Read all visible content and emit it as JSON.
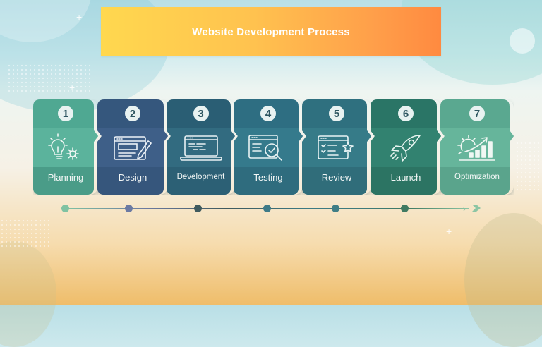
{
  "title": "Website Development Process",
  "colors": {
    "banner_start": "#ffd84f",
    "banner_end": "#ff8a40",
    "title_text": "#ffffff"
  },
  "steps": [
    {
      "number": "1",
      "label": "Planning",
      "icon": "lightbulb-gear-icon",
      "color_top": "#4fa892",
      "color_mid": "#5bb39c",
      "color_bottom": "#4a9c88"
    },
    {
      "number": "2",
      "label": "Design",
      "icon": "wireframe-pencil-icon",
      "color_top": "#35577d",
      "color_mid": "#3e5f88",
      "color_bottom": "#36567c"
    },
    {
      "number": "3",
      "label": "Development",
      "icon": "laptop-code-icon",
      "color_top": "#2a5e74",
      "color_mid": "#326b80",
      "color_bottom": "#2c6075"
    },
    {
      "number": "4",
      "label": "Testing",
      "icon": "magnifier-check-icon",
      "color_top": "#2e6e82",
      "color_mid": "#357a8c",
      "color_bottom": "#2f6c7e"
    },
    {
      "number": "5",
      "label": "Review",
      "icon": "checklist-star-icon",
      "color_top": "#2f707f",
      "color_mid": "#367b88",
      "color_bottom": "#306d7a"
    },
    {
      "number": "6",
      "label": "Launch",
      "icon": "rocket-icon",
      "color_top": "#2a7566",
      "color_mid": "#328270",
      "color_bottom": "#2c7463"
    },
    {
      "number": "7",
      "label": "Optimization",
      "icon": "gear-growth-chart-icon",
      "color_top": "#5aa890",
      "color_mid": "#66b59b",
      "color_bottom": "#5aa48c"
    }
  ],
  "timeline": {
    "dot_colors": [
      "#7fc2a2",
      "#6b7aa3",
      "#3f5a5e",
      "#3e7b88",
      "#3f7e86",
      "#3f7a62"
    ],
    "end_marker": "chevron-arrow-icon"
  }
}
